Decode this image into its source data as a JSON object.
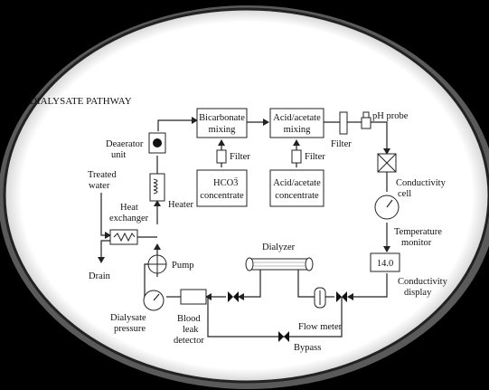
{
  "diagram": {
    "title": "DIALYSATE PATHWAY",
    "blocks": {
      "bicarbonate_mixing": [
        "Bicarbonate",
        "mixing"
      ],
      "acid_acetate_mixing": [
        "Acid/acetate",
        "mixing"
      ],
      "hco3_concentrate": [
        "HCO3",
        "concentrate"
      ],
      "hco3_superscript": "−",
      "acid_acetate_concentrate": [
        "Acid/acetate",
        "concentrate"
      ],
      "conductivity_value": "14.0"
    },
    "labels": {
      "deaerator": [
        "Deaerator",
        "unit"
      ],
      "heater": "Heater",
      "treated_water": [
        "Treated",
        "water"
      ],
      "heat_exchanger": [
        "Heat",
        "exchanger"
      ],
      "filter_1": "Filter",
      "filter_2": "Filter",
      "filter_3": "Filter",
      "ph_probe": "pH probe",
      "conductivity_cell": [
        "Conductivity",
        "cell"
      ],
      "temperature_monitor": [
        "Temperature",
        "monitor"
      ],
      "conductivity_display": [
        "Conductivity",
        "display"
      ],
      "pump": "Pump",
      "drain": "Drain",
      "dialyzer": "Dialyzer",
      "dialysate_pressure": [
        "Dialysate",
        "pressure"
      ],
      "blood_leak_detector": [
        "Blood",
        "leak",
        "detector"
      ],
      "flow_meter": "Flow meter",
      "bypass": "Bypass"
    }
  }
}
